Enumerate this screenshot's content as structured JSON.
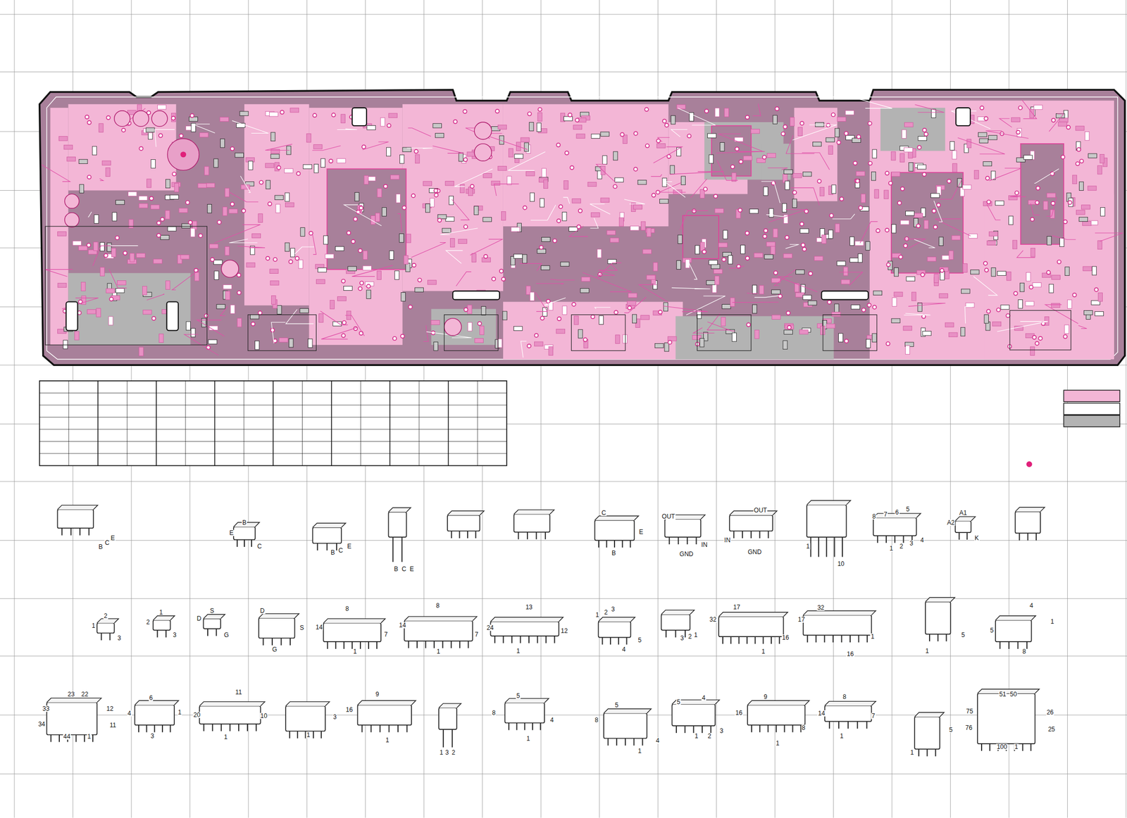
{
  "diagram": {
    "labels": [
      "B",
      "C",
      "E",
      "B",
      "E",
      "C",
      "B",
      "C",
      "E",
      "B",
      "C",
      "E",
      "C",
      "E",
      "B",
      "OUT",
      "IN",
      "GND",
      "OUT",
      "IN",
      "GND",
      "1",
      "10",
      "8",
      "7",
      "6",
      "5",
      "1",
      "2",
      "3",
      "4",
      "A2",
      "A1",
      "K",
      "2",
      "1",
      "3",
      "1",
      "2",
      "3",
      "D",
      "S",
      "G",
      "D",
      "S",
      "G",
      "8",
      "14",
      "7",
      "1",
      "8",
      "14",
      "7",
      "1",
      "13",
      "24",
      "12",
      "1",
      "1",
      "2",
      "3",
      "4",
      "5",
      "3",
      "2",
      "1",
      "17",
      "32",
      "16",
      "1",
      "32",
      "17",
      "16",
      "1",
      "1",
      "5",
      "4",
      "1",
      "5",
      "8",
      "23",
      "22",
      "12",
      "33",
      "34",
      "11",
      "44",
      "1",
      "6",
      "4",
      "1",
      "3",
      "11",
      "20",
      "10",
      "1",
      "1",
      "3",
      "9",
      "16",
      "1",
      "1",
      "3",
      "2",
      "5",
      "8",
      "4",
      "1",
      "5",
      "8",
      "4",
      "1",
      "5",
      "4",
      "1",
      "2",
      "3",
      "9",
      "16",
      "8",
      "1",
      "8",
      "14",
      "7",
      "1",
      "1",
      "5",
      "51",
      "50",
      "26",
      "75",
      "76",
      "25",
      "100",
      "1"
    ]
  }
}
